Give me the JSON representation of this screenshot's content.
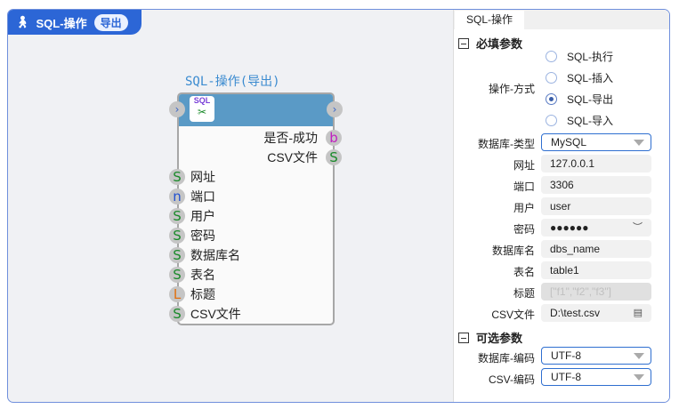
{
  "badge": {
    "title": "SQL-操作",
    "tag": "导出"
  },
  "node": {
    "title": "SQL-操作(导出)",
    "icon_text": "SQL",
    "outputs": [
      {
        "type": "b",
        "label": "是否-成功",
        "color": "#c020c0"
      },
      {
        "type": "S",
        "label": "CSV文件",
        "color": "#1a8a2a"
      }
    ],
    "inputs": [
      {
        "type": "S",
        "label": "网址",
        "color": "#1a8a2a"
      },
      {
        "type": "n",
        "label": "端口",
        "color": "#2050d0"
      },
      {
        "type": "S",
        "label": "用户",
        "color": "#1a8a2a"
      },
      {
        "type": "S",
        "label": "密码",
        "color": "#1a8a2a"
      },
      {
        "type": "S",
        "label": "数据库名",
        "color": "#1a8a2a"
      },
      {
        "type": "S",
        "label": "表名",
        "color": "#1a8a2a"
      },
      {
        "type": "L",
        "label": "标题",
        "color": "#e07010"
      },
      {
        "type": "S",
        "label": "CSV文件",
        "color": "#1a8a2a"
      }
    ]
  },
  "panel": {
    "tab": "SQL-操作",
    "required": "必填参数",
    "optional": "可选参数",
    "op_label": "操作-方式",
    "op_options": [
      "SQL-执行",
      "SQL-插入",
      "SQL-导出",
      "SQL-导入"
    ],
    "op_selected": 2,
    "db_type_label": "数据库-类型",
    "db_type": "MySQL",
    "fields": [
      {
        "label": "网址",
        "value": "127.0.0.1"
      },
      {
        "label": "端口",
        "value": "3306"
      },
      {
        "label": "用户",
        "value": "user"
      },
      {
        "label": "密码",
        "value": "●●●●●●"
      },
      {
        "label": "数据库名",
        "value": "dbs_name"
      },
      {
        "label": "表名",
        "value": "table1"
      },
      {
        "label": "标题",
        "value": "[\"f1\",\"f2\",\"f3\"]"
      },
      {
        "label": "CSV文件",
        "value": "D:\\test.csv"
      }
    ],
    "db_enc_label": "数据库-编码",
    "db_enc": "UTF-8",
    "csv_enc_label": "CSV-编码",
    "csv_enc": "UTF-8"
  }
}
